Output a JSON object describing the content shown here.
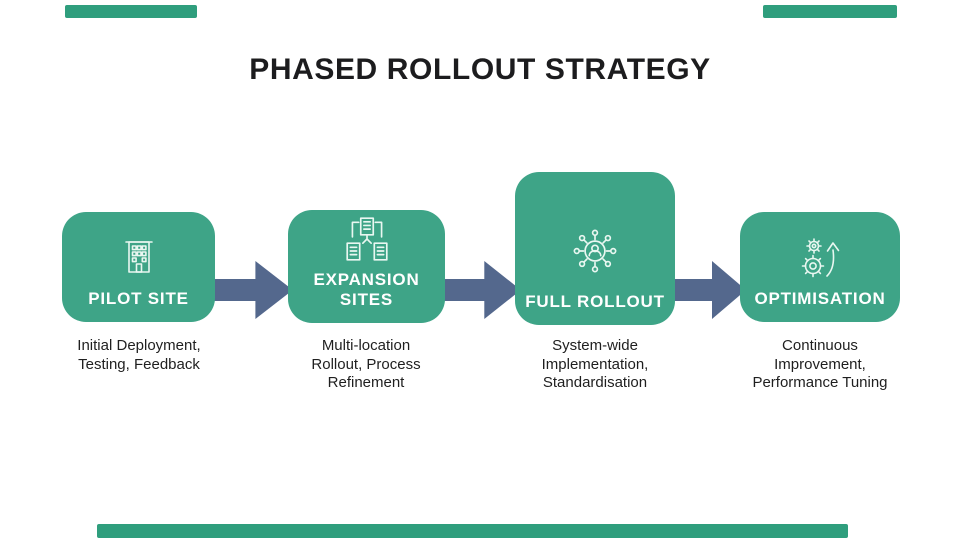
{
  "title": "PHASED ROLLOUT STRATEGY",
  "colors": {
    "box-green": "#3ea487",
    "accent-green": "#2f9e7d",
    "arrow-slate": "#54688d",
    "title-text": "#1c1c1e",
    "desc-text": "#1f1f1f",
    "label-text": "#ffffff"
  },
  "phases": [
    {
      "label": "PILOT SITE",
      "icon": "office-building-icon",
      "description": "Initial Deployment,\nTesting, Feedback"
    },
    {
      "label": "EXPANSION\nSITES",
      "icon": "buildings-network-icon",
      "description": "Multi-location\nRollout, Process\nRefinement"
    },
    {
      "label": "FULL ROLLOUT",
      "icon": "rollout-network-icon",
      "description": "System-wide\nImplementation,\nStandardisation"
    },
    {
      "label": "OPTIMISATION",
      "icon": "gears-growth-icon",
      "description": "Continuous\nImprovement,\nPerformance Tuning"
    }
  ]
}
